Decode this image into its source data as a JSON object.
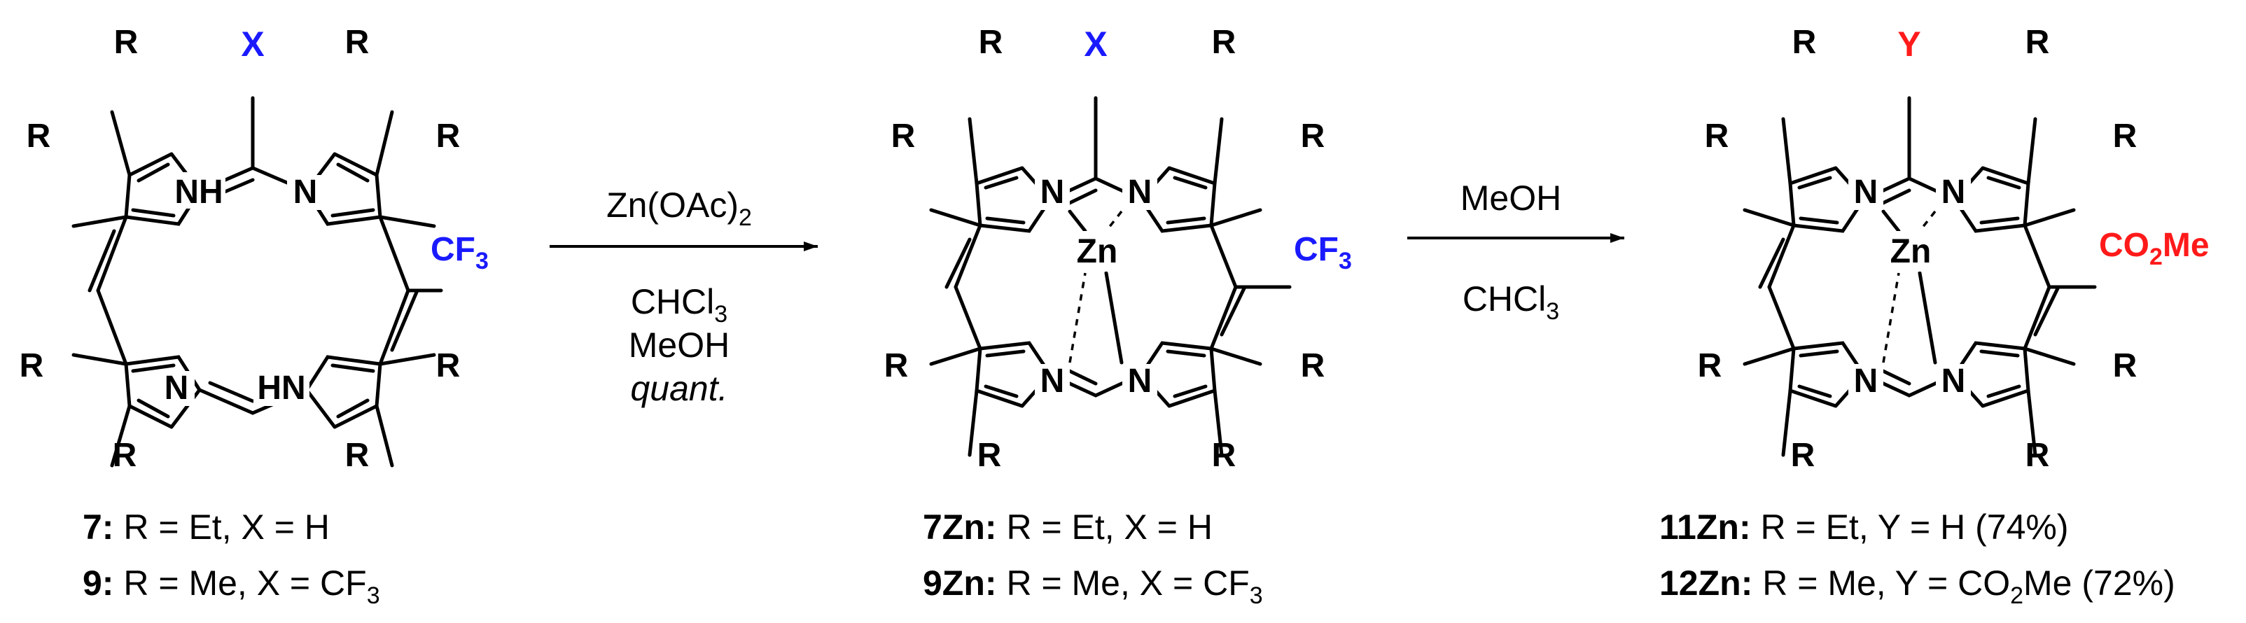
{
  "atoms": {
    "R": "R",
    "X": "X",
    "Y": "Y",
    "NH": "NH",
    "HN": "HN",
    "N": "N",
    "Zn": "Zn",
    "CF": "CF",
    "CF_sub": "3",
    "CO2Me_a": "CO",
    "CO2Me_sub": "2",
    "CO2Me_b": "Me"
  },
  "colors": {
    "blue": "#1a1aff",
    "red": "#ff1a1a",
    "black": "#000000"
  },
  "arrow1": {
    "reagent_a": "Zn(OAc)",
    "reagent_a_sub": "2",
    "cond1_a": "CHCl",
    "cond1_sub": "3",
    "cond2": "MeOH",
    "cond3": "quant."
  },
  "arrow2": {
    "reagent": "MeOH",
    "cond_a": "CHCl",
    "cond_sub": "3"
  },
  "captions": {
    "c1": {
      "bold": "7:",
      "text": " R = Et, X = H"
    },
    "c2": {
      "bold": "9:",
      "text_a": " R = Me, X = CF",
      "sub": "3"
    },
    "c3": {
      "bold": "7Zn:",
      "text": " R = Et, X = H"
    },
    "c4": {
      "bold": "9Zn:",
      "text_a": " R = Me, X = CF",
      "sub": "3"
    },
    "c5": {
      "bold": "11Zn:",
      "text": " R = Et, Y = H (74%)"
    },
    "c6": {
      "bold": "12Zn:",
      "text_a": " R = Me, Y = CO",
      "sub": "2",
      "text_b": "Me (72%)"
    }
  }
}
